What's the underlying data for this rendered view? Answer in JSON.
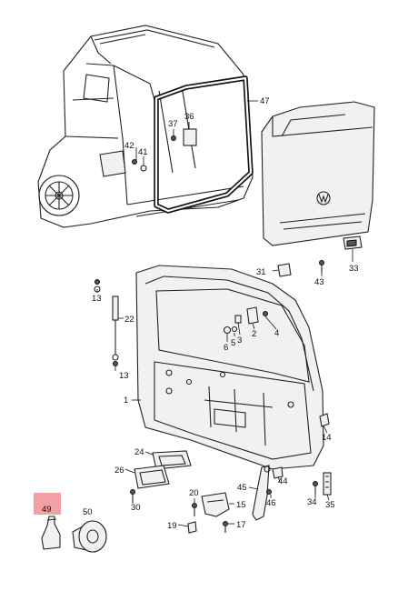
{
  "diagram": {
    "highlight_color": "#f2a0a4",
    "callouts": {
      "p1": "1",
      "p2": "2",
      "p3": "3",
      "p4": "4",
      "p5": "5",
      "p6": "6",
      "p13a": "13",
      "p13b": "13",
      "p14": "14",
      "p15": "15",
      "p17": "17",
      "p19": "19",
      "p20": "20",
      "p22": "22",
      "p24": "24",
      "p26": "26",
      "p30": "30",
      "p31": "31",
      "p33": "33",
      "p34": "34",
      "p35": "35",
      "p36": "36",
      "p37": "37",
      "p41": "41",
      "p42": "42",
      "p43": "43",
      "p44": "44",
      "p45": "45",
      "p46": "46",
      "p47": "47",
      "p49": "49",
      "p50": "50"
    }
  }
}
